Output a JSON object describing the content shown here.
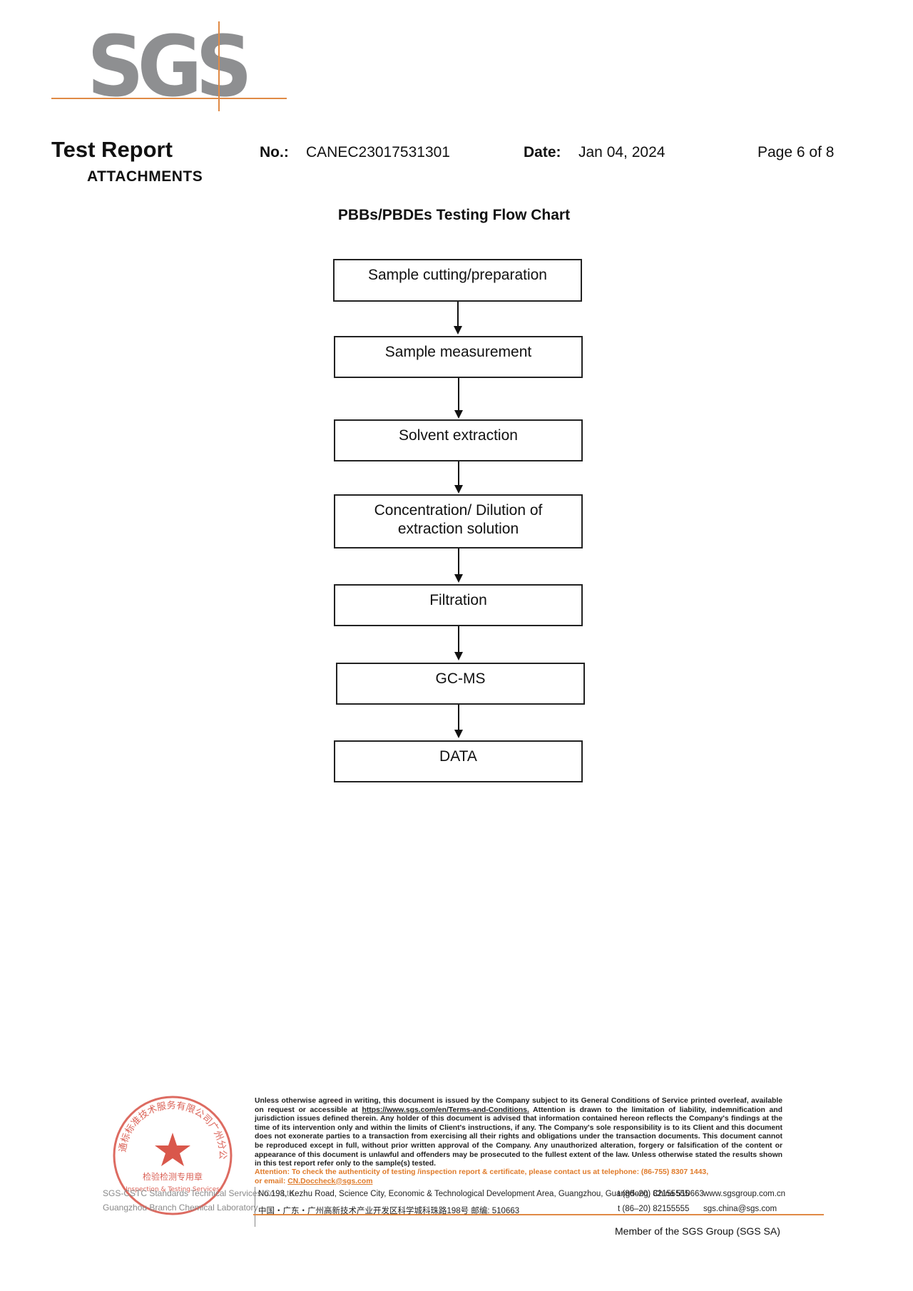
{
  "logo": {
    "text": "SGS"
  },
  "header": {
    "title": "Test Report",
    "subtitle": "ATTACHMENTS",
    "no_label": "No.:",
    "no_value": "CANEC23017531301",
    "date_label": "Date:",
    "date_value": "Jan 04, 2024",
    "page": "Page 6 of 8"
  },
  "flowchart": {
    "title": "PBBs/PBDEs Testing Flow Chart",
    "steps": [
      "Sample cutting/preparation",
      "Sample measurement",
      "Solvent extraction",
      "Concentration/ Dilution of extraction solution",
      "Filtration",
      "GC-MS",
      "DATA"
    ]
  },
  "footer": {
    "disclaimer_1": "Unless otherwise agreed in writing, this document is issued by the Company subject to its General Conditions of Service printed overleaf, available on request or accessible at ",
    "terms_link": "https://www.sgs.com/en/Terms-and-Conditions.",
    "disclaimer_2": " Attention is drawn to the limitation of liability, indemnification and jurisdiction issues defined therein. Any holder of this document is advised that information contained hereon reflects the Company's findings at the time of its intervention only and within the limits of Client's instructions, if any. The Company's sole responsibility is to its Client and this document does not exonerate parties to a transaction from exercising all their rights and obligations under the transaction documents. This document cannot be reproduced except in full, without prior written approval of the Company. Any unauthorized alteration, forgery or falsification of the content or appearance of this document is unlawful and offenders may be prosecuted to the fullest extent of the law. Unless otherwise stated the results shown in this test report refer only to the sample(s) tested.",
    "attention": "Attention: To check the authenticity of testing /inspection report & certificate, please contact us at telephone: (86-755) 8307 1443,",
    "email_prefix": "or email: ",
    "email": "CN.Doccheck@sgs.com",
    "address_en": "No.198, Kezhu Road, Science City, Economic & Technological Development Area, Guangzhou, Guangdong, China 510663",
    "address_cn": "中国・广东・广州高新技术产业开发区科学城科珠路198号    邮编: 510663",
    "tel_1": "t (86–20) 82155555",
    "tel_2": "t (86–20) 82155555",
    "web_1": "www.sgsgroup.com.cn",
    "web_2": "sgs.china@sgs.com",
    "member": "Member of the SGS Group (SGS SA)"
  },
  "stamp": {
    "text_cn_ring": "通标标准技术服务有限公司广州分公司",
    "text_cn_center": "检验检测专用章",
    "text_en_center": "Inspection & Testing Services",
    "label_1": "SGS-CSTC Standards Technical Services Co., Ltd.",
    "label_2": "Guangzhou Branch   Chemical Laboratory",
    "color": "#d23a2c"
  }
}
